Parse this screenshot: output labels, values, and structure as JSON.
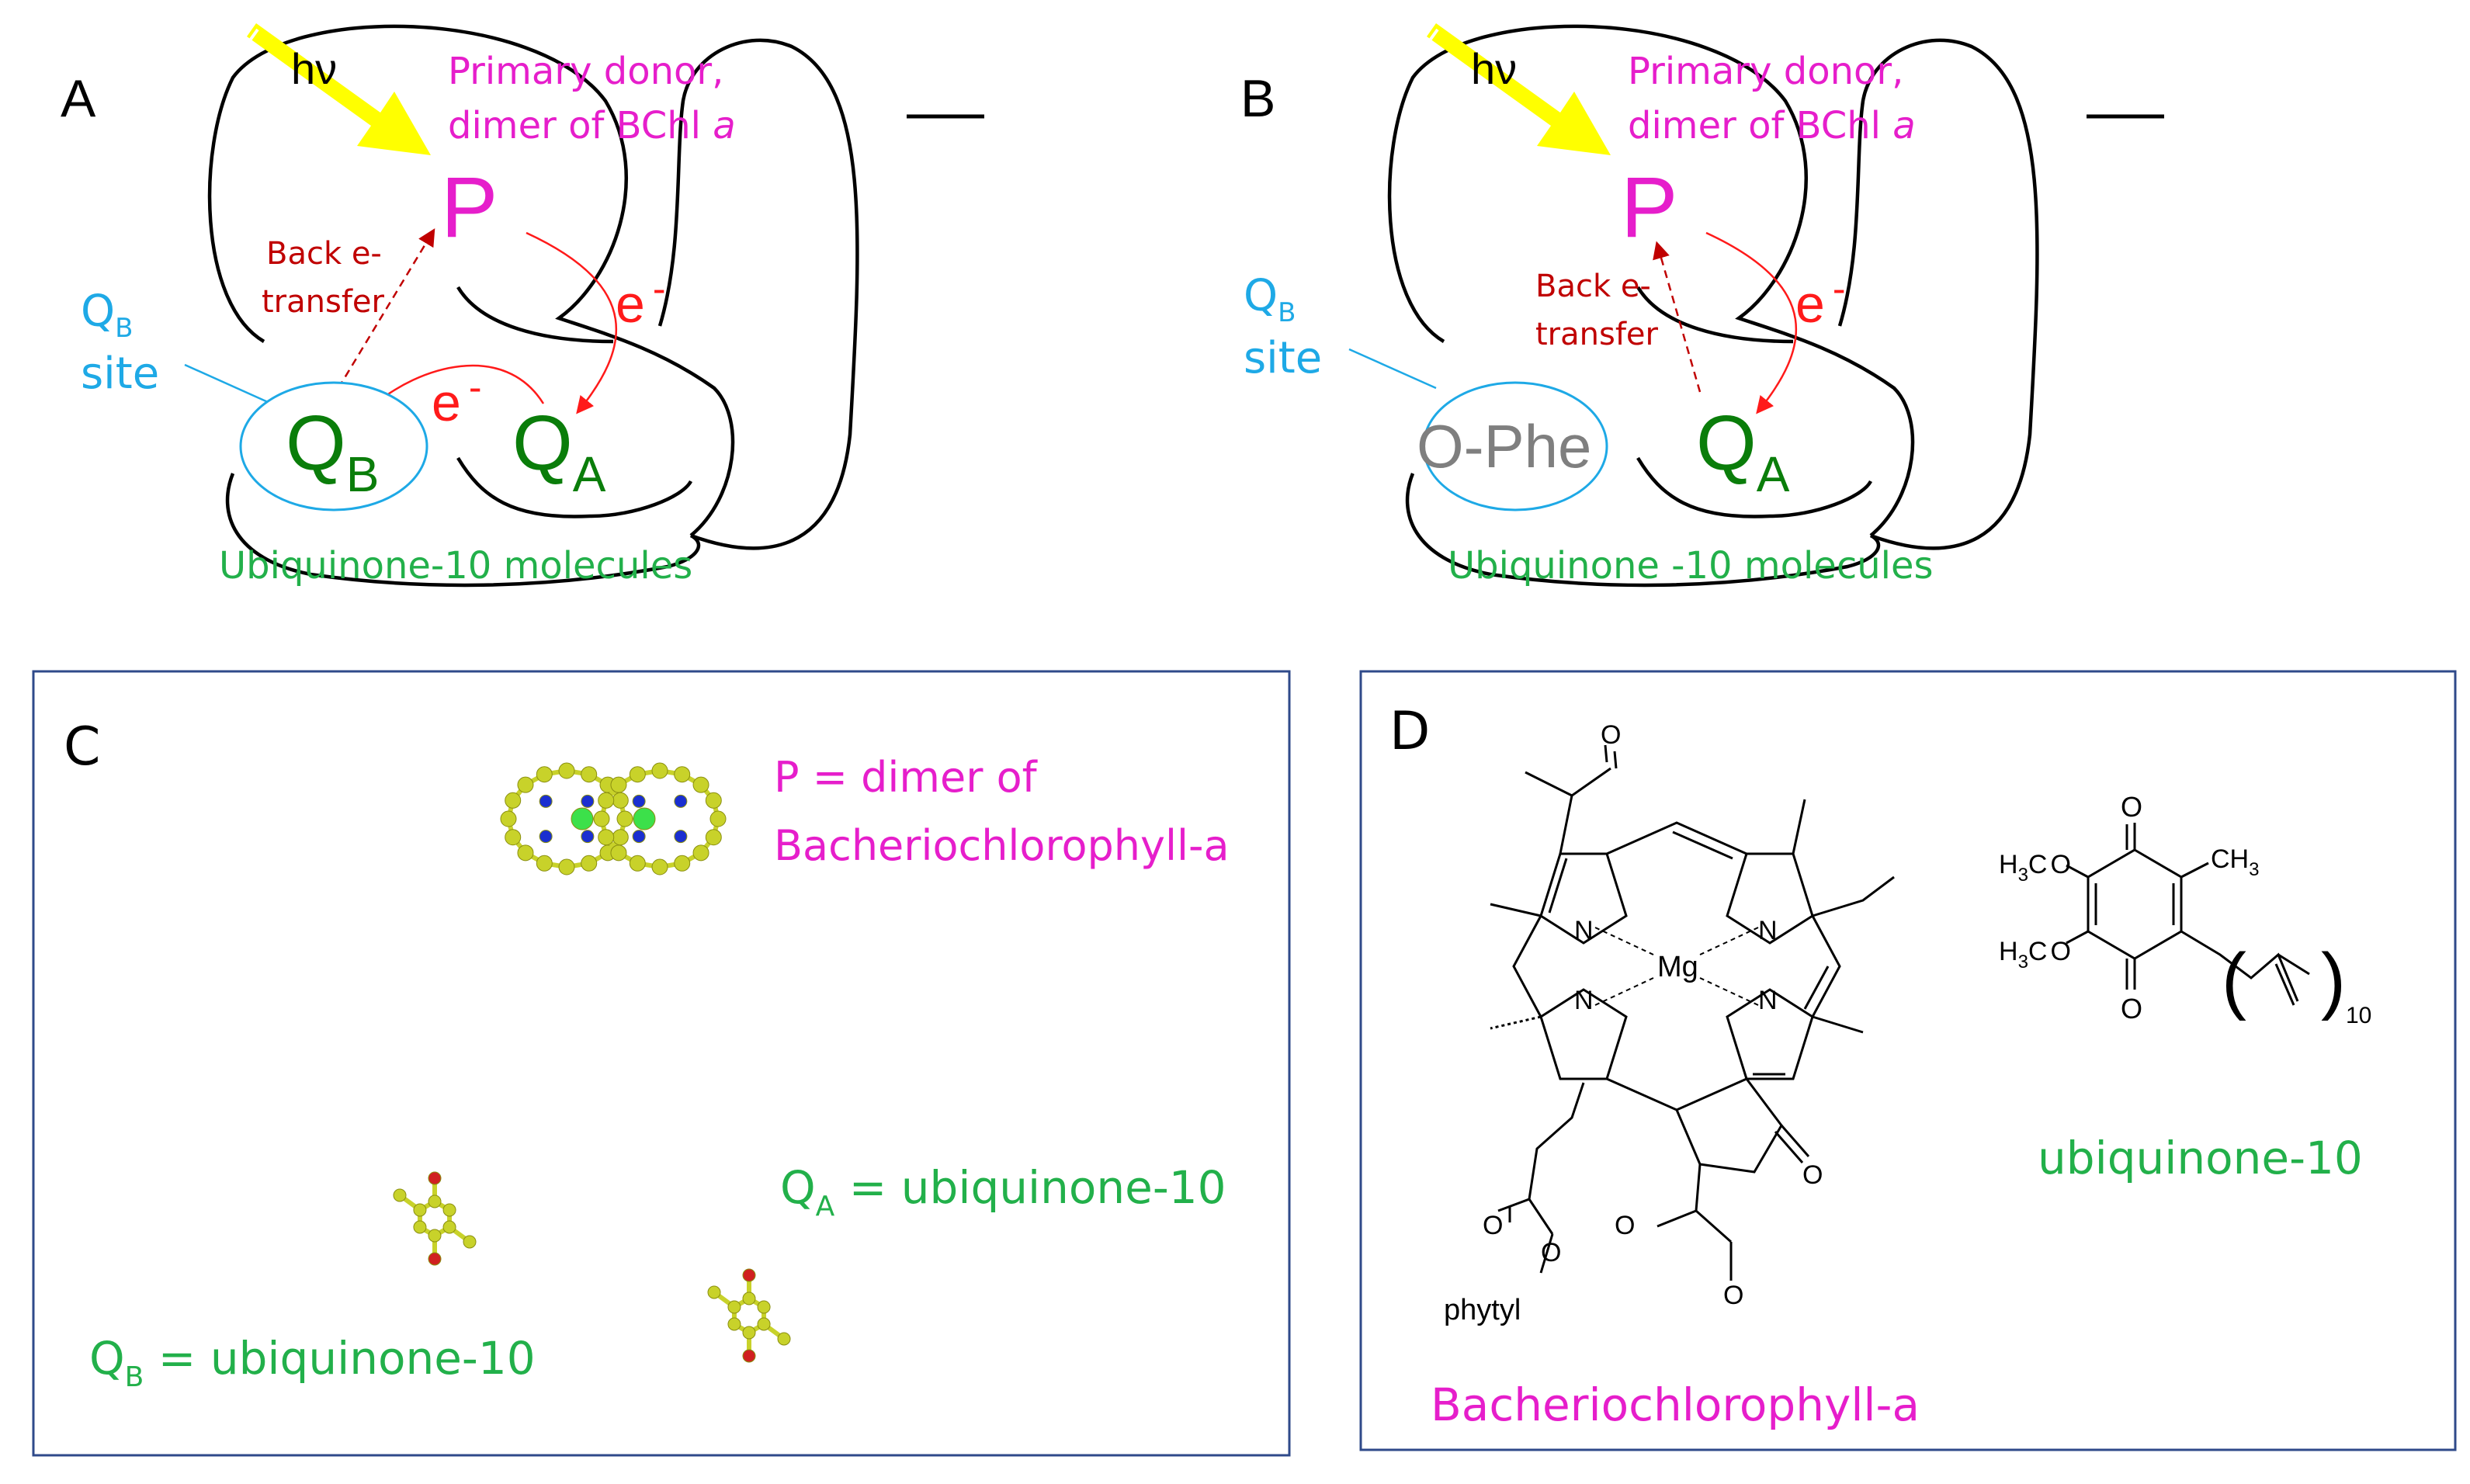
{
  "colors": {
    "magenta": "#E61ECB",
    "red": "#FF1A1A",
    "darkred": "#C00000",
    "green": "#0A7D0A",
    "lightgreen": "#22B04A",
    "cyan": "#1EA9E6",
    "gray": "#7F7F7F",
    "yellow": "#FFFF00",
    "frame": "#2F4A8A",
    "atom_c": "#C8D22A",
    "atom_n": "#1A2FD0",
    "atom_o": "#D02020",
    "atom_mg": "#3CE04A"
  },
  "panelA": {
    "letter": "A",
    "hv": "hν",
    "donor_line1": "Primary donor,",
    "donor_line2": "dimer of BChl ",
    "donor_a": "a",
    "P": "P",
    "back1": "Back e-",
    "back2": "transfer",
    "e_upper": "e",
    "e_upper_sup": "-",
    "e_lower": "e",
    "e_lower_sup": "-",
    "qb_site_Q": "Q",
    "qb_site_sub": "B",
    "qb_site_word": "site",
    "QB": "Q",
    "QB_sub": "B",
    "QA": "Q",
    "QA_sub": "A",
    "ubi": "Ubiquinone-10 molecules"
  },
  "panelB": {
    "letter": "B",
    "hv": "hν",
    "donor_line1": "Primary donor,",
    "donor_line2": "dimer of BChl ",
    "donor_a": "a",
    "P": "P",
    "back1": "Back e-",
    "back2": "transfer",
    "e_upper": "e",
    "e_upper_sup": "-",
    "qb_site_Q": "Q",
    "qb_site_sub": "B",
    "qb_site_word": "site",
    "ophe": "O-Phe",
    "QA": "Q",
    "QA_sub": "A",
    "ubi": "Ubiquinone -10 molecules"
  },
  "panelC": {
    "letter": "C",
    "p_line1": "P = dimer of",
    "p_line2": "Bacheriochlorophyll-a",
    "qa_Q": "Q",
    "qa_sub": "A",
    "qa_rest": " = ubiquinone-10",
    "qb_Q": "Q",
    "qb_sub": "B",
    "qb_rest": " = ubiquinone-10"
  },
  "panelD": {
    "letter": "D",
    "mg": "Mg",
    "n1": "N",
    "n2": "N",
    "n3": "N",
    "n4": "N",
    "o_acetyl": "O",
    "o_keto": "O",
    "o_ester1": "O",
    "o_ester2": "O",
    "o_prop1": "O",
    "o_prop2": "O",
    "phytyl": "phytyl",
    "bchl_name": "Bacheriochlorophyll-a",
    "uq_h3c_top": "H",
    "uq_h3c_top_sub": "3",
    "uq_h3c_top_c": "C",
    "uq_o_top": "O",
    "uq_h3c_bot": "H",
    "uq_h3c_bot_sub": "3",
    "uq_h3c_bot_c": "C",
    "uq_o_bot": "O",
    "uq_ch3": "CH",
    "uq_ch3_sub": "3",
    "uq_o_q1": "O",
    "uq_o_q2": "O",
    "uq_paren_open": "(",
    "uq_paren_close": ")",
    "uq_n": "10",
    "uq_name": "ubiquinone-10"
  }
}
